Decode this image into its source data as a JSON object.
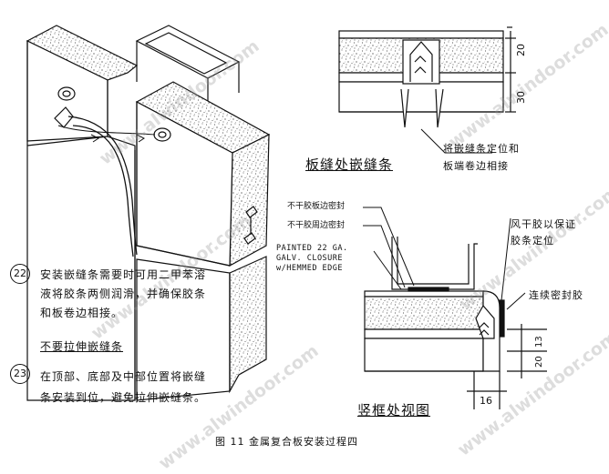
{
  "watermark": "www.alwindoor.com",
  "iso_view": {
    "step22": {
      "number": "22",
      "lines": [
        "安装嵌缝条需要时可用二甲苯溶",
        "液将胶条两侧润滑，并确保胶条",
        "和板卷边相接。"
      ]
    },
    "heading": "不要拉伸嵌缝条",
    "step23": {
      "number": "23",
      "lines": [
        "在顶部、底部及中部位置将嵌缝",
        "条安装到位，避免拉伸嵌缝条。"
      ]
    }
  },
  "joint_section": {
    "dims": [
      "20",
      "30"
    ],
    "callout_lines": [
      "将嵌缝条定位和",
      "板端卷边相接"
    ],
    "caption": "板缝处嵌缝条"
  },
  "corner_section": {
    "label_nondry_edge": "不干胶板边密封",
    "label_nondry_perimeter": "不干胶周边密封",
    "closure_note": [
      "PAINTED 22 GA.",
      "GALV. CLOSURE",
      "w/HEMMED EDGE"
    ],
    "label_air_dry": [
      "风干胶以保证",
      "胶条定位"
    ],
    "label_continuous_seal": "连续密封胶",
    "dims": [
      "13",
      "20",
      "16"
    ],
    "caption": "竖框处视图"
  },
  "figure_caption": "图 11   金属复合板安装过程四"
}
